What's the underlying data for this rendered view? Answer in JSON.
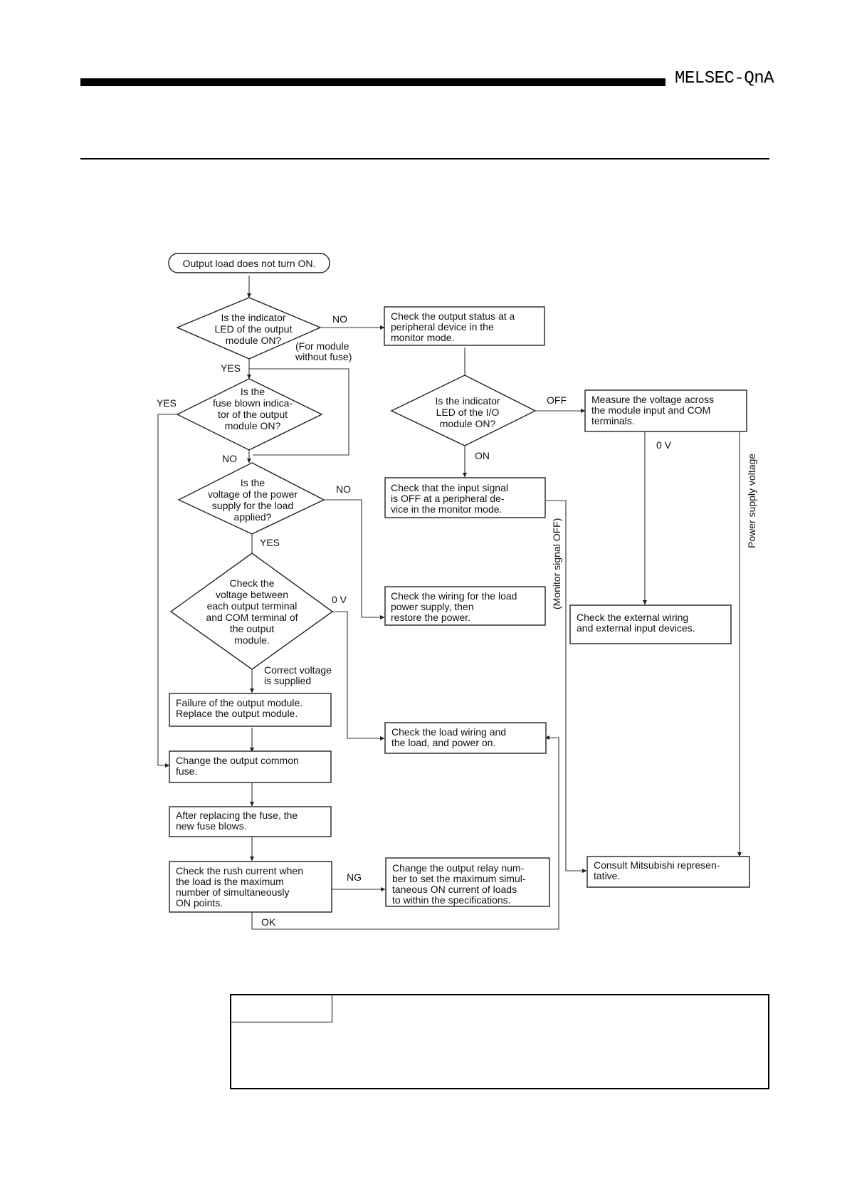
{
  "header": {
    "brand": "MELSEC-QnA"
  },
  "flowchart": {
    "start": [
      "Output load does not turn ON."
    ],
    "d1": [
      "Is the indicator",
      "LED of the output",
      "module ON?"
    ],
    "d1_no": "NO",
    "d1_yes": "YES",
    "no_fuse_note": [
      "(For module",
      "without fuse)"
    ],
    "d2": [
      "Is the",
      "fuse blown indica-",
      "tor of the output",
      "module ON?"
    ],
    "d2_yes": "YES",
    "d2_no": "NO",
    "d3": [
      "Is the",
      "voltage of the power",
      "supply for the load",
      "applied?"
    ],
    "d3_no": "NO",
    "d3_yes": "YES",
    "d4": [
      "Check the",
      "voltage between",
      "each output terminal",
      "and COM terminal of",
      "the output",
      "module."
    ],
    "d4_0v": "0 V",
    "d4_ok": [
      "Correct voltage",
      "is supplied"
    ],
    "b_failure": [
      "Failure of the output module.",
      "Replace the output module."
    ],
    "b_change_fuse": [
      "Change the output common",
      "fuse."
    ],
    "b_after_fuse": [
      "After replacing the fuse, the",
      "new fuse blows."
    ],
    "b_rush": [
      "Check the rush current when",
      "the load is the maximum",
      "number of simultaneously",
      "ON points."
    ],
    "ng": "NG",
    "ok": "OK",
    "b_relay": [
      "Change the output relay num-",
      "ber to set the maximum simul-",
      "taneous ON current of loads",
      "to within the specifications."
    ],
    "b_monitor": [
      "Check the output status at a",
      "peripheral device in the",
      "monitor mode."
    ],
    "d5": [
      "Is the indicator",
      "LED of the I/O",
      "module ON?"
    ],
    "d5_off": "OFF",
    "d5_on": "ON",
    "b_input_signal": [
      "Check that the input signal",
      "is OFF at a peripheral de-",
      "vice in the monitor mode."
    ],
    "b_wiring_power": [
      "Check the wiring for the load",
      "power supply, then",
      "restore the power."
    ],
    "b_load_wiring": [
      "Check the load wiring and",
      "the load, and power on."
    ],
    "b_measure": [
      "Measure the voltage across",
      "the module input and COM",
      "terminals."
    ],
    "zero_v": "0 V",
    "power_supply_voltage": "Power supply voltage",
    "monitor_signal_off": "(Monitor signal OFF)",
    "b_external": [
      "Check the external wiring",
      "and external input devices."
    ],
    "b_consult": [
      "Consult Mitsubishi represen-",
      "tative."
    ]
  }
}
